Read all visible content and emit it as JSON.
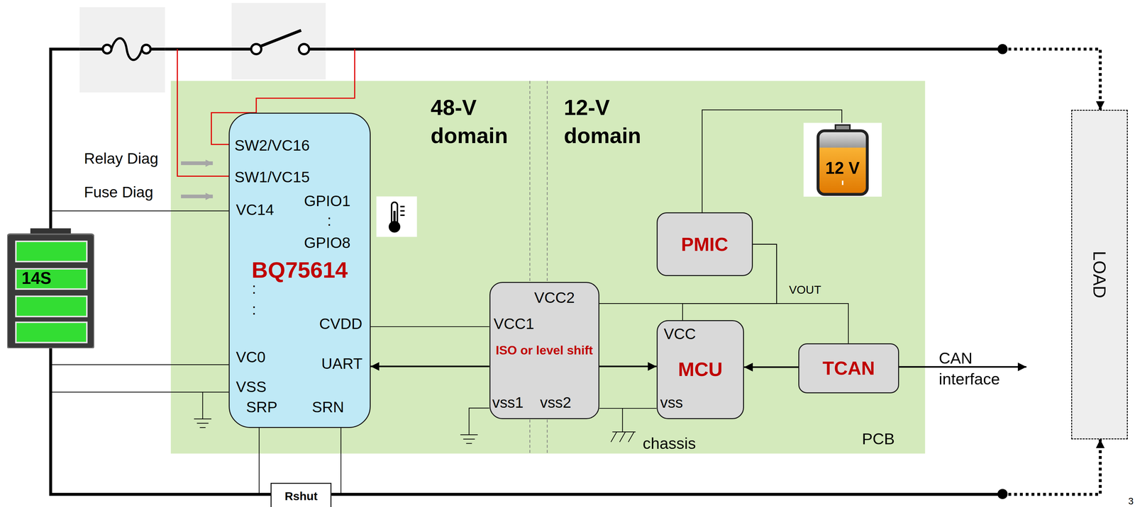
{
  "diagram": {
    "nodes": [
      {
        "text": [
          "PCB"
        ]
      },
      {
        "text": [
          "BQ75614"
        ],
        "in": 0
      },
      {
        "text": [
          "12 V"
        ],
        "in": 0
      },
      {
        "text": [
          "PMIC"
        ],
        "in": 0
      },
      {
        "text": [
          "ISO or level shift"
        ],
        "in": 0
      },
      {
        "text": [
          "MCU"
        ],
        "in": 0
      },
      {
        "text": [
          "TCAN"
        ],
        "in": 0
      },
      {
        "text": [
          "14S"
        ]
      },
      {
        "text": [
          "Rshut"
        ]
      },
      {
        "text": [
          "LOAD"
        ]
      }
    ],
    "edges": [
      {
        "from": 4,
        "to": 1,
        "arrow": "to"
      },
      {
        "from": 4,
        "to": 5,
        "arrow": "to"
      },
      {
        "from": 6,
        "to": 5,
        "arrow": "to"
      },
      {
        "from": 1,
        "to": 4,
        "arrow": "none"
      },
      {
        "from": 3,
        "to": 2,
        "arrow": "none"
      },
      {
        "from": 3,
        "to": 5,
        "arrow": "none"
      },
      {
        "from": 3,
        "to": 6,
        "arrow": "none"
      },
      {
        "from": 3,
        "to": 4,
        "arrow": "none"
      },
      {
        "from": 4,
        "to": 5,
        "arrow": "none"
      },
      {
        "from": 7,
        "to": 9,
        "arrow": "to"
      },
      {
        "from": 7,
        "to": 8,
        "arrow": "none"
      },
      {
        "from": 8,
        "to": 9,
        "arrow": "to"
      },
      {
        "from": 1,
        "to": 8,
        "arrow": "none"
      },
      {
        "from": 1,
        "to": 8,
        "arrow": "none"
      }
    ],
    "labels": [
      "48-V domain",
      "12-V domain",
      "Relay Diag",
      "Fuse Diag",
      "SW2/VC16",
      "SW1/VC15",
      "VC14",
      "GPIO1",
      ":",
      "GPIO8",
      ":",
      ":",
      "CVDD",
      "VC0",
      "UART",
      "VSS",
      "SRP",
      "SRN",
      "VCC2",
      "VCC1",
      "vss1",
      "vss2",
      "VCC",
      "vss",
      "VOUT",
      "CAN interface",
      "chassis",
      "3"
    ]
  }
}
